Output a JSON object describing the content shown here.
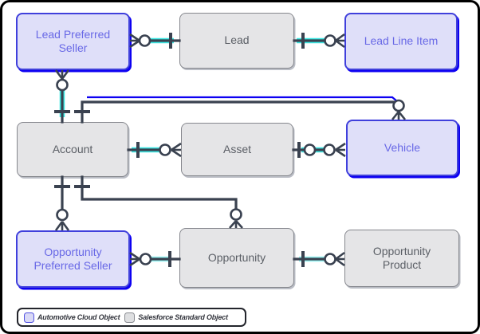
{
  "diagram": {
    "kind": "entity-relationship-diagram",
    "entities": [
      {
        "id": "lead-preferred-seller",
        "label": "Lead Preferred Seller",
        "type": "automotive"
      },
      {
        "id": "lead",
        "label": "Lead",
        "type": "standard"
      },
      {
        "id": "lead-line-item",
        "label": "Lead Line Item",
        "type": "automotive"
      },
      {
        "id": "account",
        "label": "Account",
        "type": "standard"
      },
      {
        "id": "asset",
        "label": "Asset",
        "type": "standard"
      },
      {
        "id": "vehicle",
        "label": "Vehicle",
        "type": "automotive"
      },
      {
        "id": "opportunity-preferred-seller",
        "label": "Opportunity Preferred Seller",
        "type": "automotive"
      },
      {
        "id": "opportunity",
        "label": "Opportunity",
        "type": "standard"
      },
      {
        "id": "opportunity-product",
        "label": "Opportunity Product",
        "type": "standard"
      }
    ],
    "relationships": [
      {
        "from": "Lead",
        "to": "Lead Preferred Seller",
        "from_cardinality": "one",
        "to_cardinality": "zero-or-many"
      },
      {
        "from": "Lead",
        "to": "Lead Line Item",
        "from_cardinality": "one",
        "to_cardinality": "zero-or-many"
      },
      {
        "from": "Account",
        "to": "Lead Preferred Seller",
        "from_cardinality": "one",
        "to_cardinality": "zero-or-many"
      },
      {
        "from": "Account",
        "to": "Vehicle",
        "from_cardinality": "one",
        "to_cardinality": "zero-or-many"
      },
      {
        "from": "Account",
        "to": "Asset",
        "from_cardinality": "one",
        "to_cardinality": "zero-or-many"
      },
      {
        "from": "Asset",
        "to": "Vehicle",
        "from_cardinality": "zero-or-one",
        "to_cardinality": "zero-or-many"
      },
      {
        "from": "Account",
        "to": "Opportunity Preferred Seller",
        "from_cardinality": "one",
        "to_cardinality": "zero-or-many"
      },
      {
        "from": "Account",
        "to": "Opportunity",
        "from_cardinality": "one",
        "to_cardinality": "zero-or-many"
      },
      {
        "from": "Opportunity",
        "to": "Opportunity Preferred Seller",
        "from_cardinality": "one",
        "to_cardinality": "zero-or-many"
      },
      {
        "from": "Opportunity",
        "to": "Opportunity Product",
        "from_cardinality": "one",
        "to_cardinality": "zero-or-many"
      }
    ],
    "legend": {
      "items": [
        {
          "label": "Automotive Cloud Object",
          "swatch_color": "#D9D9F6",
          "swatch_border": "#5050E0"
        },
        {
          "label": "Salesforce Standard Object",
          "swatch_color": "#DEDFE1",
          "swatch_border": "#8A8C92"
        }
      ]
    },
    "colors": {
      "automotive_fill": "#DFDFF9",
      "automotive_border": "#4040DC",
      "automotive_text": "#6868E6",
      "automotive_shadow": "#0D00F2",
      "standard_fill": "#E5E5E7",
      "standard_border": "#85878D",
      "standard_text": "#5B5F66",
      "connector": "#3A4250",
      "connector_highlight_cyan": "#19E3DE",
      "connector_highlight_blue": "#0D00F2",
      "frame": "#000000",
      "background": "#FFFFFF"
    }
  }
}
